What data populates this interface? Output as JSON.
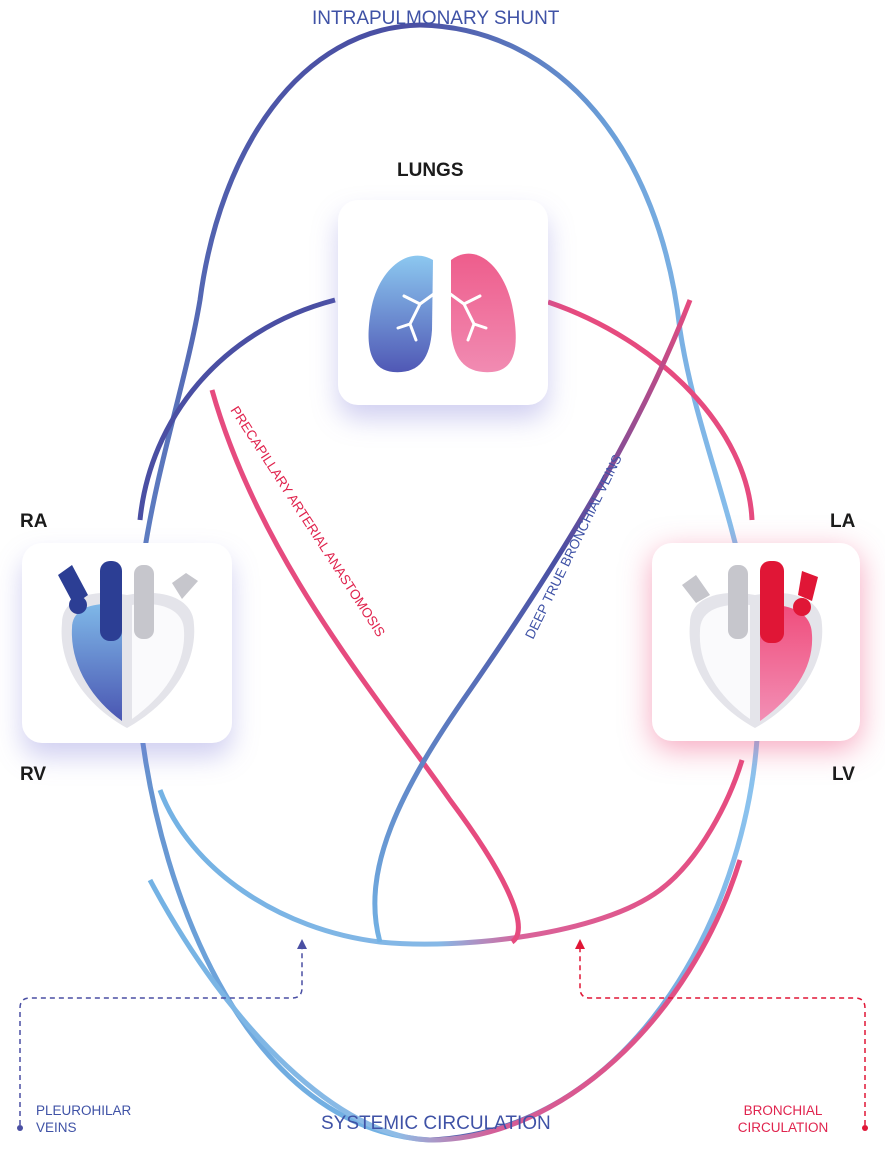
{
  "labels": {
    "intrapulmonary_shunt": "INTRAPULMONARY SHUNT",
    "lungs": "LUNGS",
    "ra": "RA",
    "rv": "RV",
    "la": "LA",
    "lv": "LV",
    "precapillary": "PRECAPILLARY ARTERIAL ANASTOMOSIS",
    "deep_true": "DEEP TRUE BRONCHIAL VEINS",
    "pleurohilar": "PLEUROHILAR VEINS",
    "systemic": "SYSTEMIC CIRCULATION",
    "bronchial": "BRONCHIAL CIRCULATION"
  },
  "colors": {
    "deoxygenated_dark": "#4a4fa3",
    "deoxygenated_light": "#73b2e4",
    "oxygenated": "#e64b7f",
    "arterial_red": "#e01636"
  },
  "icons": {
    "lungs": "lungs-icon",
    "right_heart": "heart-right-icon",
    "left_heart": "heart-left-icon"
  }
}
